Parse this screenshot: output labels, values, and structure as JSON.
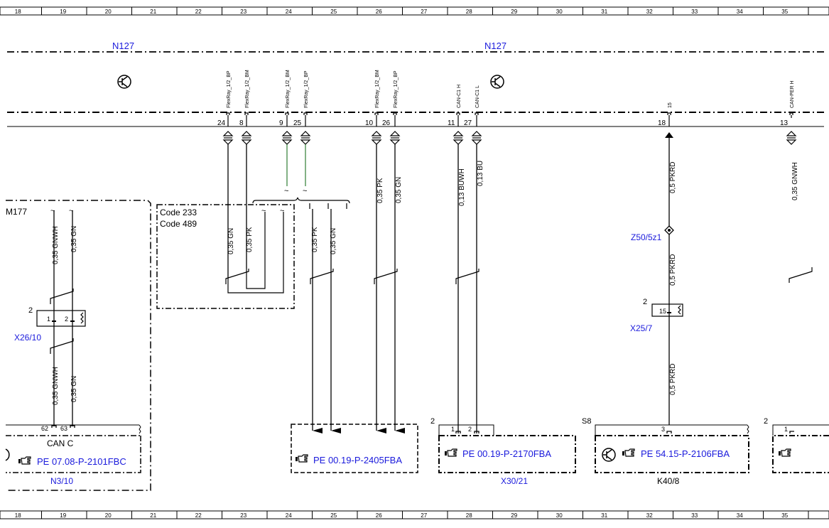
{
  "ruler": {
    "numbers": [
      "18",
      "19",
      "20",
      "21",
      "22",
      "23",
      "24",
      "25",
      "26",
      "27",
      "28",
      "29",
      "30",
      "31",
      "32",
      "33",
      "34",
      "35"
    ]
  },
  "colors": {
    "ref_blue": "#1a1adc",
    "ink": "#000000",
    "signal_green": "#2e7d32"
  },
  "header": {
    "module_left": "N127",
    "module_right": "N127"
  },
  "pin_labels": {
    "p24": "FlexRay_1/2_BP",
    "p8": "FlexRay_1/2_BM",
    "p9": "FlexRay_1/2_BM",
    "p25": "FlexRay_1/2_BP",
    "p10": "FlexRay_1/2_BM",
    "p26": "FlexRay_1/2_BP",
    "p11": "CAN-C1 H",
    "p27": "CAN-C1 L",
    "p18": "15",
    "p13": "CAN-PER H"
  },
  "pin_numbers": {
    "p24": "24",
    "p8": "8",
    "p9": "9",
    "p25": "25",
    "p10": "10",
    "p26": "26",
    "p11": "11",
    "p27": "27",
    "p18": "18",
    "p13": "13"
  },
  "wires": {
    "m177_gnwh": "0,35 GNWH",
    "m177_gn": "0,35 GN",
    "m177_gnwh_lower": "0,35 GNWH",
    "m177_gn_lower": "0,35 GN",
    "code_gn": "0,35 GN",
    "code_pk": "0,35 PK",
    "mid_pk": "0,35 PK",
    "mid_gn": "0,35 GN",
    "w10": "0,35 PK",
    "w26": "0,35 GN",
    "w11": "0,13 BUWH",
    "w27": "0,13 BU",
    "w18_top": "0,5 PKRD",
    "w18_mid": "0,5 PKRD",
    "w18_low": "0,5 PKRD",
    "w13": "0,35 GNWH"
  },
  "components": {
    "m177": "M177",
    "code1": "Code 233",
    "code2": "Code 489",
    "x26_10": "X26/10",
    "x26_num": "2",
    "x26_p1": "1",
    "x26_p2": "2",
    "can_c": "CAN C",
    "n3_62": "62",
    "n3_63": "63",
    "n3_10": "N3/10",
    "ref_n3": "PE 07.08-P-2101FBC",
    "ref_mid": "PE 00.19-P-2405FBA",
    "x30_num": "2",
    "x30_p1": "1",
    "x30_p2": "2",
    "ref_x30": "PE 00.19-P-2170FBA",
    "x30_21": "X30/21",
    "z50": "Z50/5z1",
    "x25_num": "2",
    "x25_pin": "15",
    "x25_7": "X25/7",
    "s8": "S8",
    "k40_pin": "3",
    "ref_k40": "PE 54.15-P-2106FBA",
    "k40_8": "K40/8",
    "right_num": "2",
    "right_pin": "1"
  },
  "icons": [
    "pointing-hand-icon",
    "transistor-icon"
  ]
}
